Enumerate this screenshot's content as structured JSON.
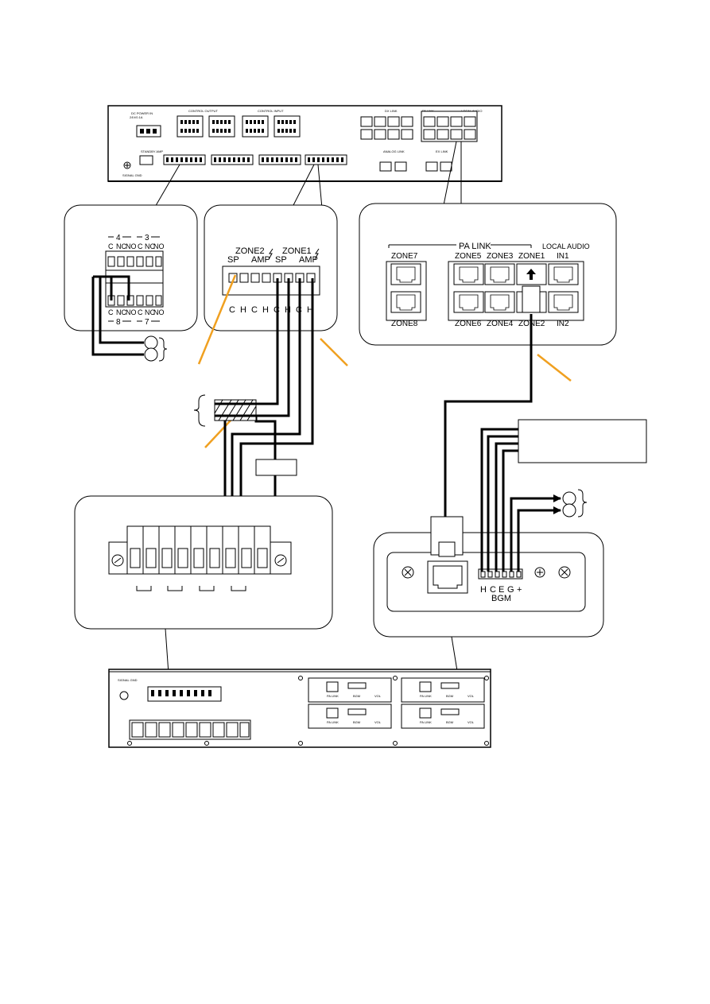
{
  "top_panel": {
    "dc_power": "DC POWER IN",
    "dc_power_sub": "24V/0.1A",
    "control_output": "CONTROL OUTPUT",
    "control_input": "CONTROL INPUT",
    "dx_link": "DX LINK",
    "pa_link": "PA LINK",
    "local_audio": "LOCAL AUDIO",
    "analog_link": "ANALOG LINK",
    "ex_link": "EX LINK",
    "standby_amp": "STANDBY AMP",
    "signal_gnd": "SIGNAL GND"
  },
  "relay_callout": {
    "top_group_left": "4",
    "top_group_right": "3",
    "top_terms": [
      "C",
      "NC",
      "NO",
      "C",
      "NC",
      "NO"
    ],
    "bottom_terms": [
      "C",
      "NC",
      "NO",
      "C",
      "NC",
      "NO"
    ],
    "bottom_group_left": "8",
    "bottom_group_right": "7"
  },
  "zone_callout": {
    "zone2_label": "ZONE2",
    "zone1_label": "ZONE1",
    "sp_label": "SP",
    "amp_label": "AMP",
    "terminals": [
      "C",
      "H",
      "C",
      "H",
      "C",
      "H",
      "C",
      "H"
    ]
  },
  "palink_callout": {
    "pa_link": "PA LINK",
    "local_audio": "LOCAL AUDIO",
    "top_row": [
      "ZONE5",
      "ZONE3",
      "ZONE1",
      "IN1"
    ],
    "bottom_row": [
      "ZONE6",
      "ZONE4",
      "ZONE2",
      "IN2"
    ],
    "left_top": "ZONE7",
    "left_bottom": "ZONE8"
  },
  "bgm_callout": {
    "terminals": [
      "H",
      "C",
      "E",
      "G",
      "+"
    ],
    "bgm_label": "BGM"
  },
  "bottom_panel": {
    "signal_gnd": "SIGNAL GND",
    "pa_link": "PA LINK",
    "bgm": "BGM",
    "vol": "VOL"
  }
}
